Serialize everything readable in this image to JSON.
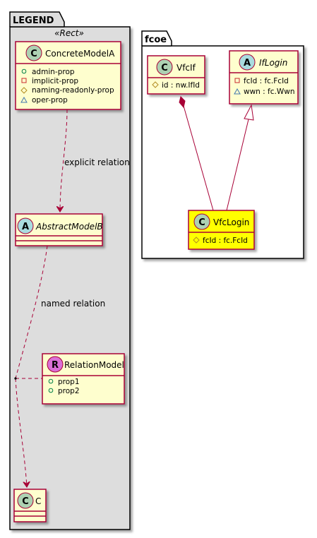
{
  "packages": {
    "legend": {
      "title": "LEGEND",
      "stereotype": "«Rect»"
    },
    "fcoe": {
      "title": "fcoe"
    }
  },
  "classes": {
    "concrete_model_a": {
      "letter": "C",
      "name": "ConcreteModelA",
      "attributes": [
        {
          "visibility": "public",
          "text": "admin-prop"
        },
        {
          "visibility": "private",
          "text": "implicit-prop"
        },
        {
          "visibility": "protected",
          "text": "naming-readonly-prop"
        },
        {
          "visibility": "package",
          "text": "oper-prop"
        }
      ]
    },
    "abstract_model_b": {
      "letter": "A",
      "name": "AbstractModelB"
    },
    "relation_model": {
      "letter": "R",
      "name": "RelationModel",
      "attributes": [
        {
          "visibility": "public",
          "text": "prop1"
        },
        {
          "visibility": "public",
          "text": "prop2"
        }
      ]
    },
    "c": {
      "letter": "C",
      "name": "C"
    },
    "vfcif": {
      "letter": "C",
      "name": "VfcIf",
      "attributes": [
        {
          "visibility": "protected",
          "text": "id : nw.IfId"
        }
      ]
    },
    "iflogin": {
      "letter": "A",
      "name": "IfLogin",
      "attributes": [
        {
          "visibility": "private",
          "text": "fcId : fc.FcId"
        },
        {
          "visibility": "package",
          "text": "wwn : fc.Wwn"
        }
      ]
    },
    "vfclogin": {
      "letter": "C",
      "name": "VfcLogin",
      "attributes": [
        {
          "visibility": "protected",
          "text": "fcId : fc.FcId"
        }
      ]
    }
  },
  "relations": {
    "explicit": "explicit relation",
    "named": "named relation"
  },
  "colors": {
    "class_fill": "#FEFECE",
    "class_border": "#A80036",
    "highlight_fill": "#FFFF00",
    "legend_fill": "#DDDDDD",
    "circle_class": "#ADD1B2",
    "circle_abstract": "#A9DCDF",
    "circle_relation": "#DA70D6",
    "line": "#A80036"
  }
}
